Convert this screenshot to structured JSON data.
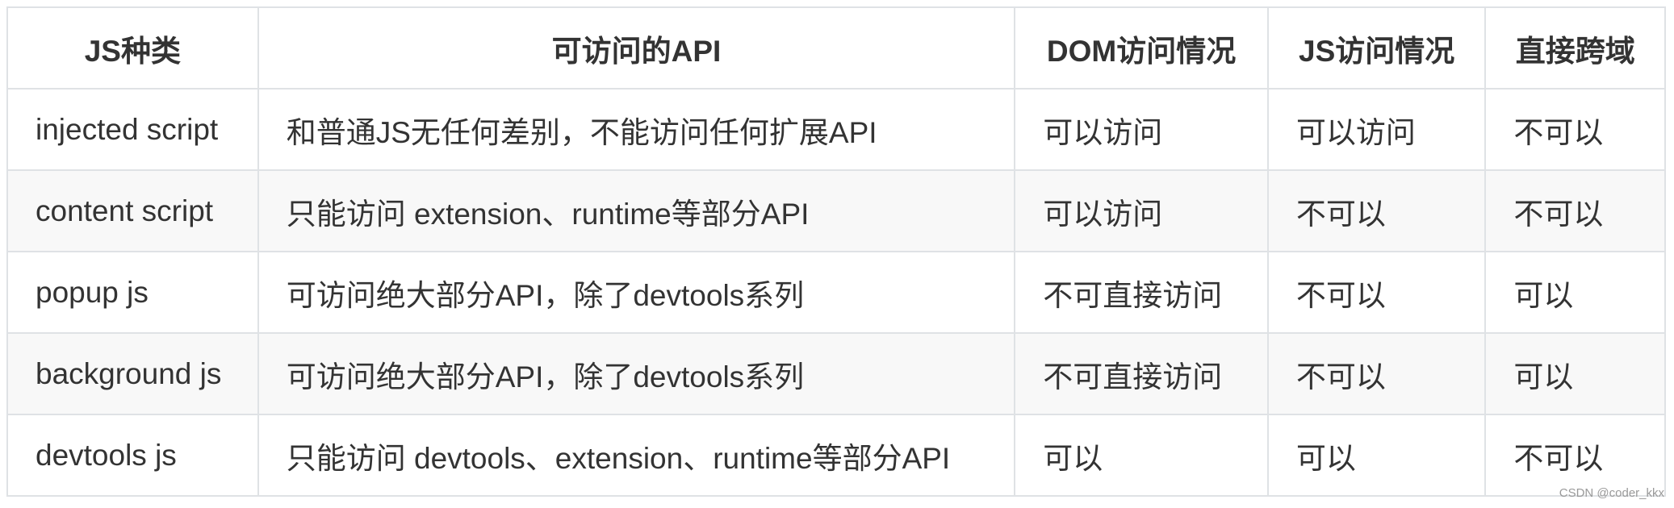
{
  "headers": [
    "JS种类",
    "可访问的API",
    "DOM访问情况",
    "JS访问情况",
    "直接跨域"
  ],
  "rows": [
    [
      "injected script",
      "和普通JS无任何差别，不能访问任何扩展API",
      "可以访问",
      "可以访问",
      "不可以"
    ],
    [
      "content script",
      "只能访问 extension、runtime等部分API",
      "可以访问",
      "不可以",
      "不可以"
    ],
    [
      "popup js",
      "可访问绝大部分API，除了devtools系列",
      "不可直接访问",
      "不可以",
      "可以"
    ],
    [
      "background js",
      "可访问绝大部分API，除了devtools系列",
      "不可直接访问",
      "不可以",
      "可以"
    ],
    [
      "devtools js",
      "只能访问 devtools、extension、runtime等部分API",
      "可以",
      "可以",
      "不可以"
    ]
  ],
  "watermark": "CSDN @coder_kkx"
}
